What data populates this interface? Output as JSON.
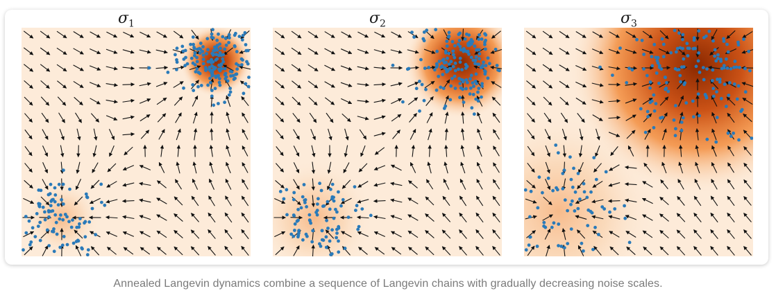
{
  "figure": {
    "panels": [
      {
        "title_symbol": "σ",
        "title_subscript": "1",
        "noise_level": 1,
        "density": {
          "color_high": "#8a2800",
          "color_mid": "#f07a1e",
          "color_low": "#fdebd9"
        },
        "arrow_color": "#111111",
        "sample_color": "#2a7ab9"
      },
      {
        "title_symbol": "σ",
        "title_subscript": "2",
        "noise_level": 2,
        "density": {
          "color_high": "#8a2800",
          "color_mid": "#f07a1e",
          "color_low": "#fdebd9"
        },
        "arrow_color": "#111111",
        "sample_color": "#2a7ab9"
      },
      {
        "title_symbol": "σ",
        "title_subscript": "3",
        "noise_level": 3,
        "density": {
          "color_high": "#8a2800",
          "color_mid": "#f07a1e",
          "color_low": "#fdebd9"
        },
        "arrow_color": "#111111",
        "sample_color": "#2a7ab9"
      }
    ]
  },
  "caption": "Annealed Langevin dynamics combine a sequence of Langevin chains with gradually decreasing noise scales."
}
